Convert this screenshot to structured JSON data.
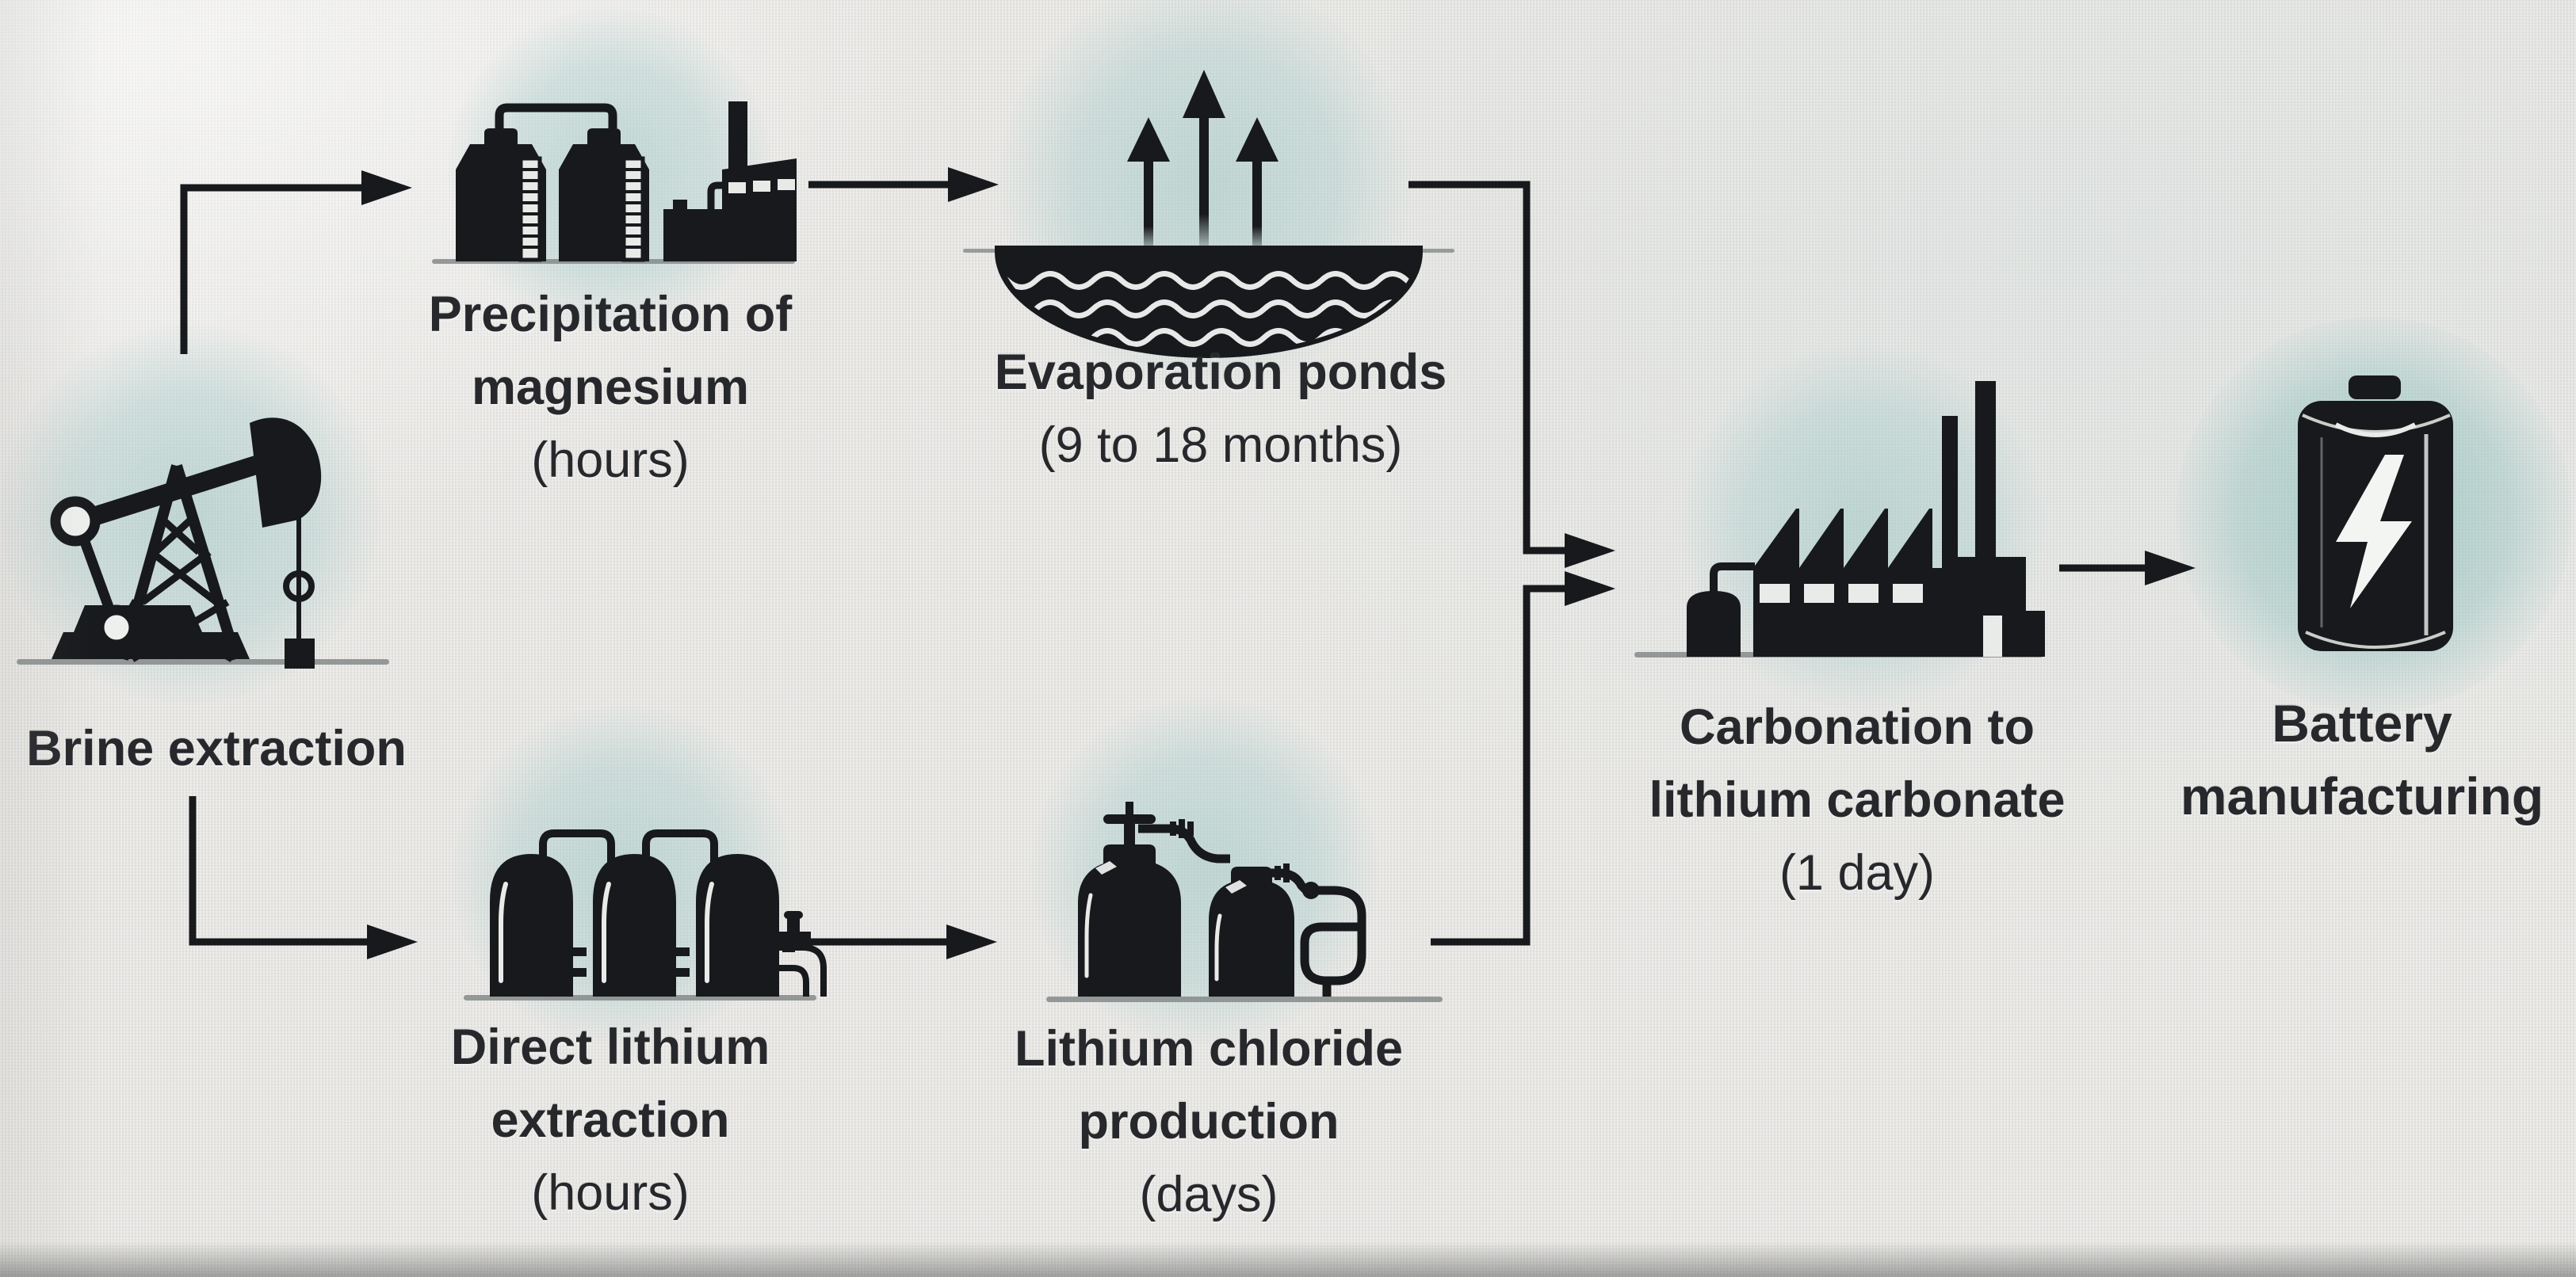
{
  "nodes": {
    "brine": {
      "label": "Brine extraction"
    },
    "precipitation": {
      "line1": "Precipitation of",
      "line2": "magnesium",
      "duration": "(hours)"
    },
    "evaporation": {
      "line1": "Evaporation ponds",
      "duration": "(9 to 18 months)"
    },
    "direct_lithium": {
      "line1": "Direct lithium",
      "line2": "extraction",
      "duration": "(hours)"
    },
    "lithium_chloride": {
      "line1": "Lithium chloride",
      "line2": "production",
      "duration": "(days)"
    },
    "carbonation": {
      "line1": "Carbonation to",
      "line2": "lithium carbonate",
      "duration": "(1 day)"
    },
    "battery": {
      "line1": "Battery",
      "line2": "manufacturing"
    }
  },
  "icons": {
    "brine": "oil-pumpjack-icon",
    "precipitation": "chemical-tanks-plant-icon",
    "evaporation": "evaporating-pond-icon",
    "direct_lithium": "extraction-columns-icon",
    "lithium_chloride": "gas-bottles-coil-icon",
    "carbonation": "factory-icon",
    "battery": "battery-bolt-icon"
  },
  "edges": [
    {
      "from": "Brine extraction",
      "to": "Precipitation of magnesium"
    },
    {
      "from": "Precipitation of magnesium",
      "to": "Evaporation ponds"
    },
    {
      "from": "Evaporation ponds",
      "to": "Carbonation to lithium carbonate"
    },
    {
      "from": "Brine extraction",
      "to": "Direct lithium extraction"
    },
    {
      "from": "Direct lithium extraction",
      "to": "Lithium chloride production"
    },
    {
      "from": "Lithium chloride production",
      "to": "Carbonation to lithium carbonate"
    },
    {
      "from": "Carbonation to lithium carbonate",
      "to": "Battery manufacturing"
    }
  ],
  "colors": {
    "ink": "#17191c",
    "text": "#26282c",
    "halo_teal": "#a6cac6",
    "background": "#e9e8e5",
    "ground_shadow": "#85898a",
    "highlight_white": "#e9ebe9"
  }
}
